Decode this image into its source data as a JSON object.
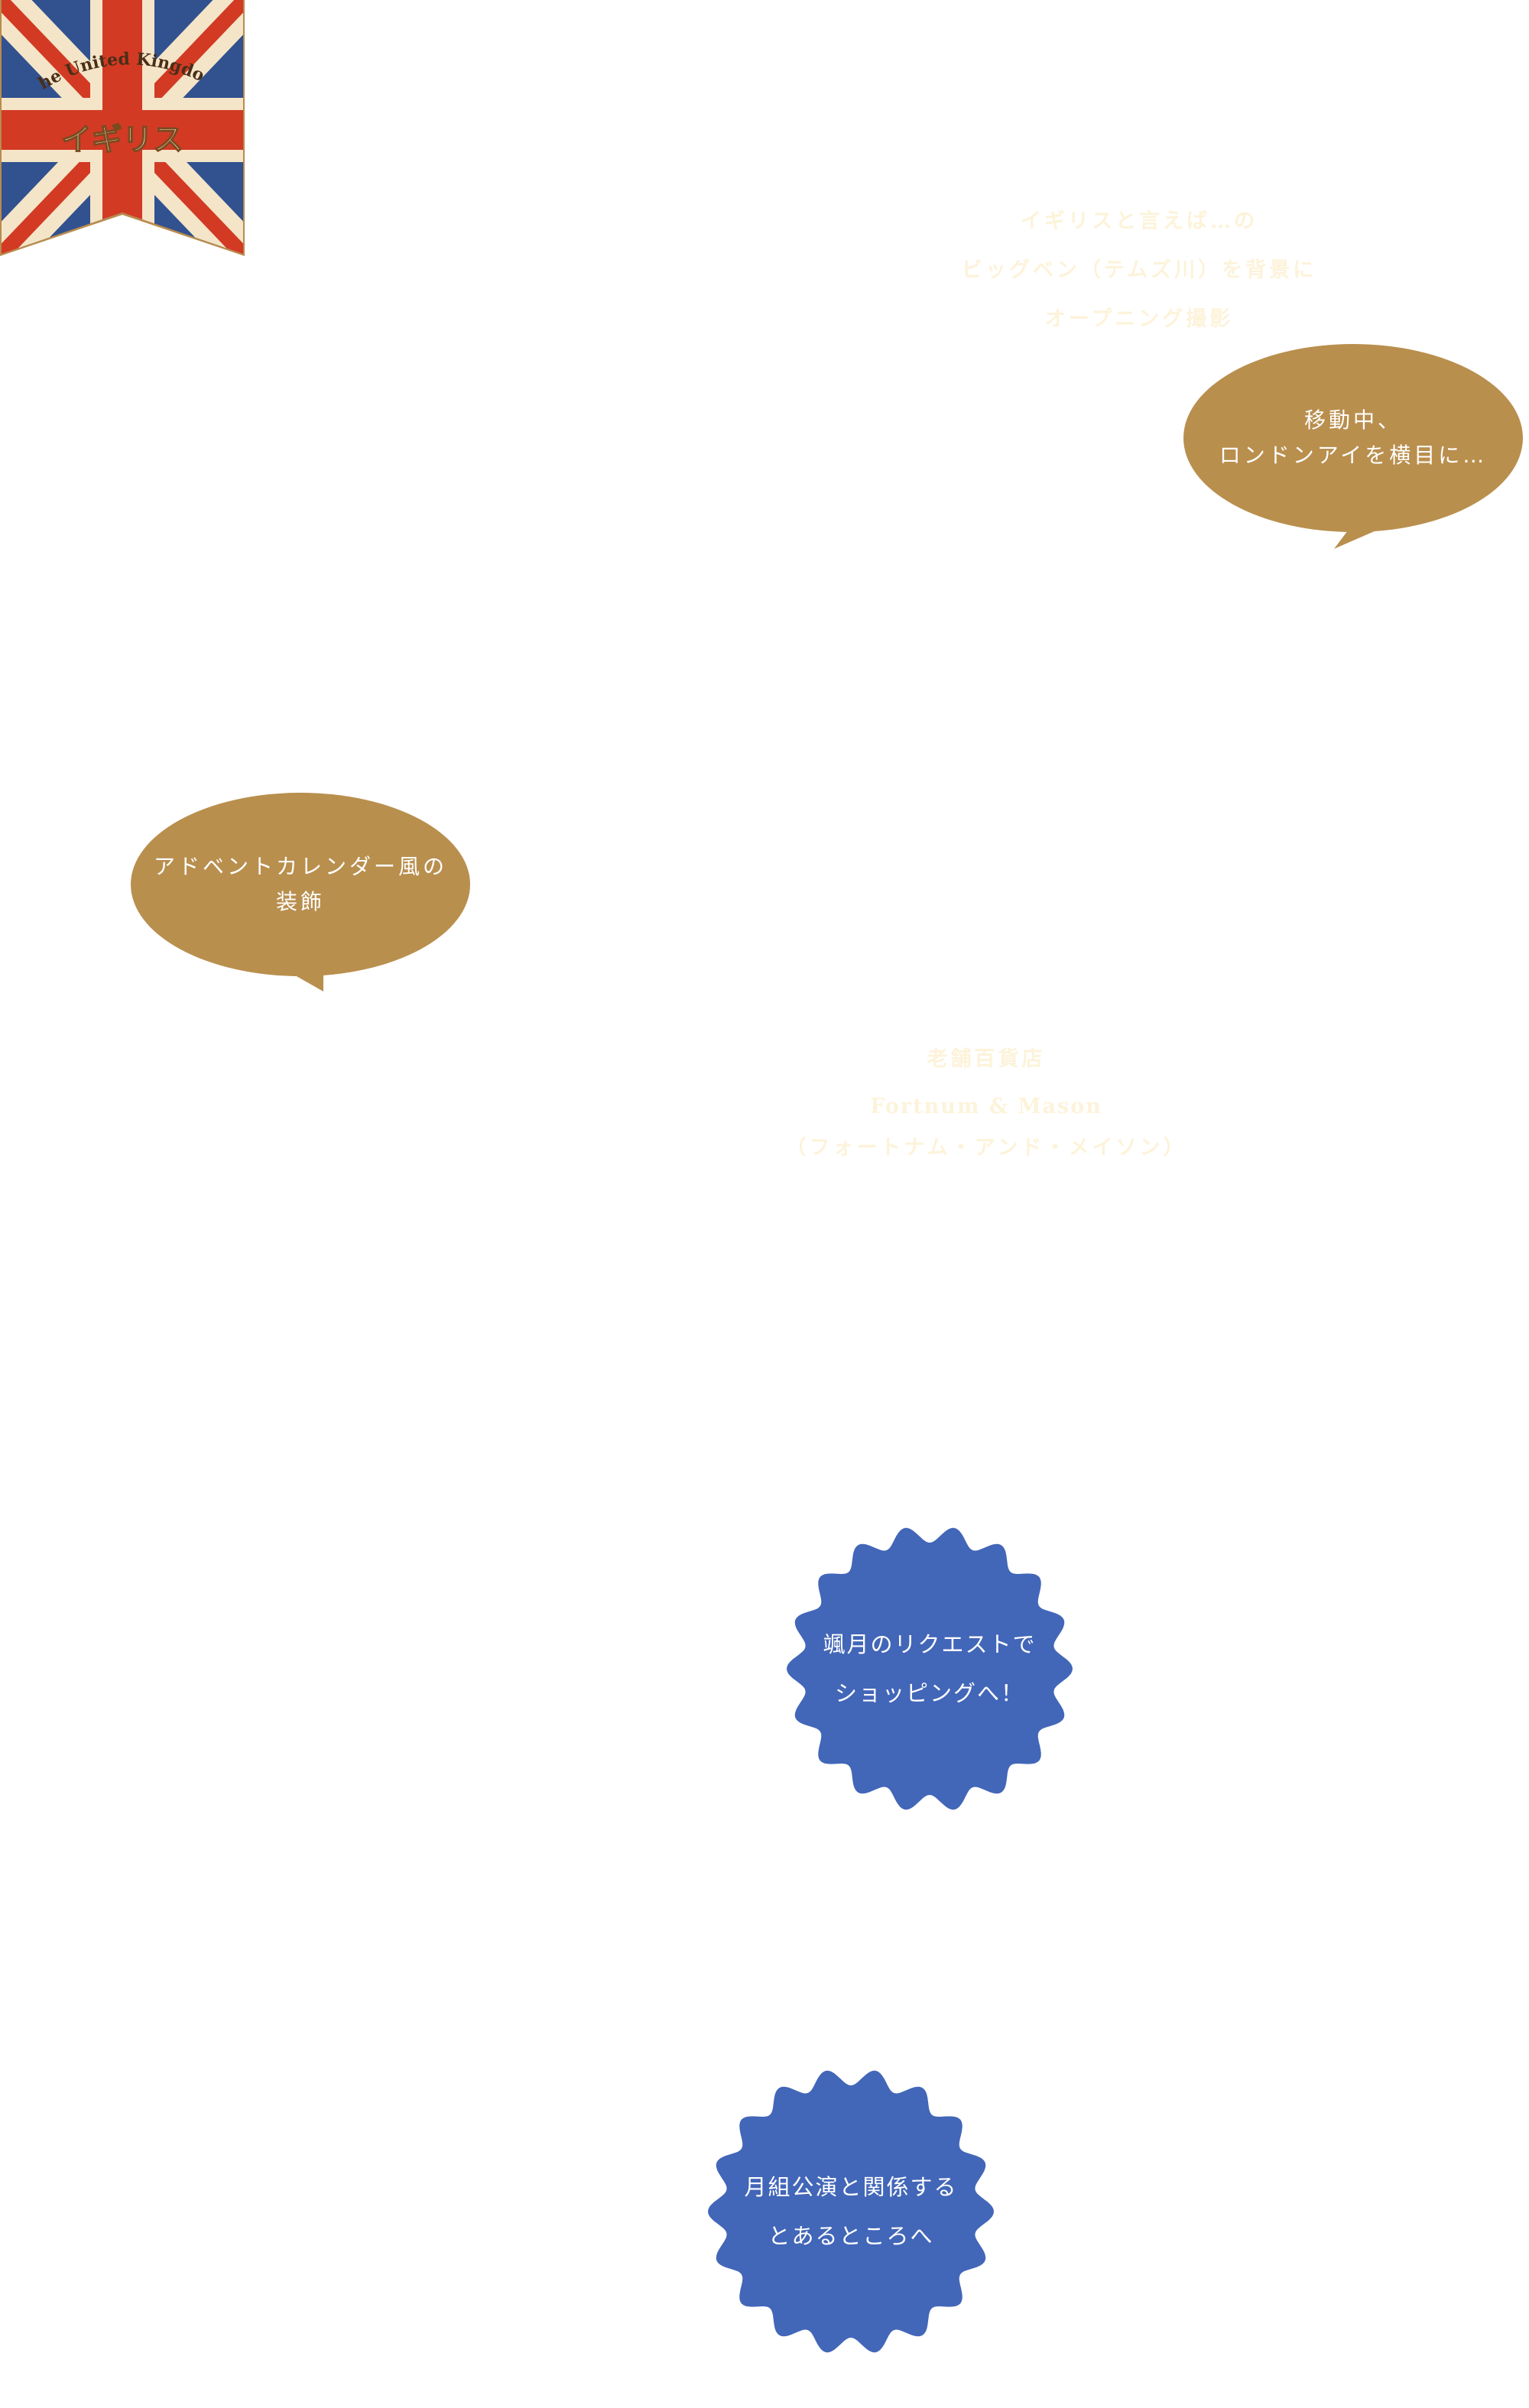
{
  "banner": {
    "country_en": "The United Kingdom",
    "country_ja": "イギリス",
    "colors": {
      "red": "#d23a24",
      "blue": "#31518f",
      "cream": "#f4e5c8",
      "gold": "#b98b4d"
    }
  },
  "opening_caption": {
    "lines": [
      "イギリスと言えば…の",
      "ビッグベン（テムズ川）を背景に",
      "オープニング撮影"
    ]
  },
  "bubble_london_eye": {
    "lines": [
      "移動中、",
      "ロンドンアイを横目に…"
    ],
    "color": "#b98f4e"
  },
  "bubble_advent": {
    "lines": [
      "アドベントカレンダー風の",
      "装飾"
    ],
    "color": "#b98f4e"
  },
  "store_caption": {
    "lines": [
      "老舗百貨店",
      "Fortnum & Mason",
      "（フォートナム・アンド・メイソン）"
    ]
  },
  "badge_shopping": {
    "lines": [
      "颯月のリクエストで",
      "ショッピングへ！"
    ],
    "color": "#4266b8"
  },
  "badge_moon": {
    "lines": [
      "月組公演と関係する",
      "とあるところへ"
    ],
    "color": "#4266b8"
  }
}
